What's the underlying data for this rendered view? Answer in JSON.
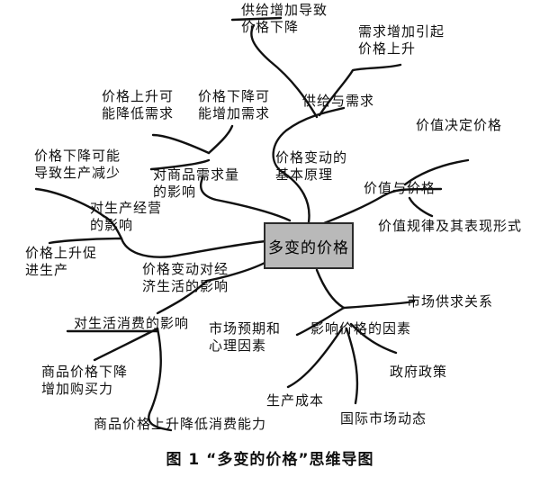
{
  "center": "多变的价格",
  "labels": {
    "supply_drop": [
      "供给增加导致",
      "价格下降"
    ],
    "demand_rise": [
      "需求增加引起",
      "价格上升"
    ],
    "supply_demand": "供给与需求",
    "price_rise_demand": [
      "价格上升可",
      "能降低需求"
    ],
    "price_drop_demand": [
      "价格下降可",
      "能增加需求"
    ],
    "value_decides": "价值决定价格",
    "price_drop_prod": [
      "价格下降可能",
      "导致生产减少"
    ],
    "basic_principle": [
      "价格变动的",
      "基本原理"
    ],
    "effect_demand": [
      "对商品需求量",
      "的影响"
    ],
    "value_price": "价值与价格",
    "effect_production": [
      "对生产经营",
      "的影响"
    ],
    "value_law": "价值规律及其表现形式",
    "price_rise_prod": [
      "价格上升促",
      "进生产"
    ],
    "econ_effect": [
      "价格变动对经",
      "济生活的影响"
    ],
    "market_supply": "市场供求关系",
    "consumption": "对生活消费的影响",
    "expectation": [
      "市场预期和",
      "心理因素"
    ],
    "factors": "影响价格的因素",
    "price_drop_buy": [
      "商品价格下降",
      "增加购买力"
    ],
    "policy": "政府政策",
    "cost": "生产成本",
    "intl_market": "国际市场动态",
    "price_rise_consume": "商品价格上升降低消费能力"
  },
  "caption": "图 1  “多变的价格”思维导图"
}
